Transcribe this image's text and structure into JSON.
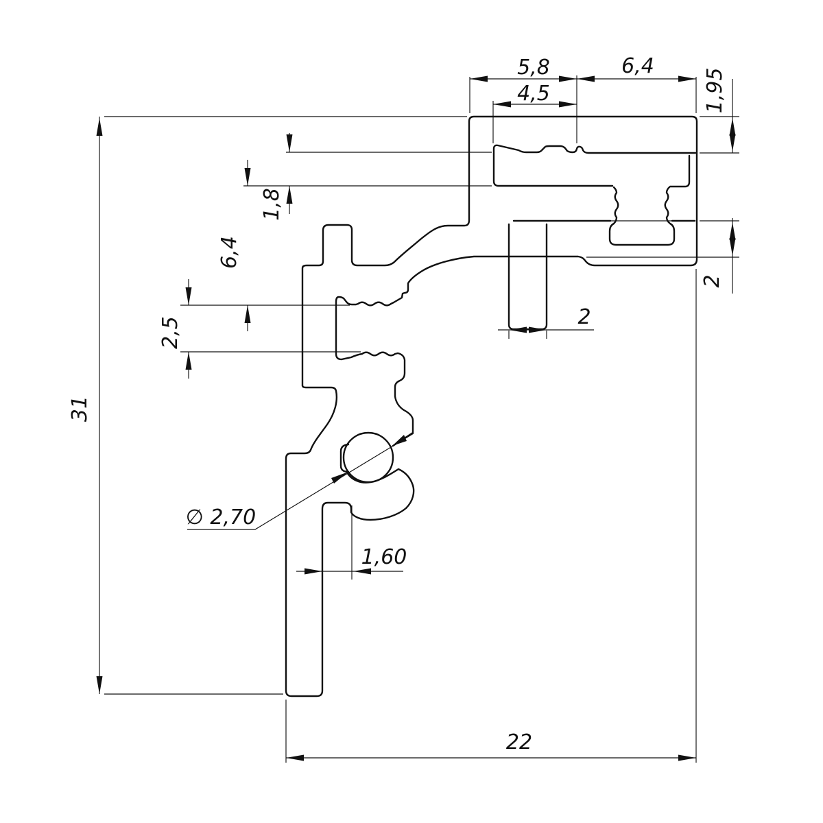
{
  "drawing": {
    "type": "technical-profile-cross-section",
    "background_color": "#ffffff",
    "line_color": "#111111",
    "units_style": "comma-decimal",
    "dimensions": {
      "top_slot_outer_width": "5,8",
      "top_right_width": "6,4",
      "top_slot_inner_width": "4,5",
      "top_bar_thickness": "1,95",
      "step_height": "1,8",
      "left_mid_height": "6,4",
      "serration_gap": "2,5",
      "overall_height": "31",
      "bore_diameter": "∅ 2,70",
      "leg_web_width": "1,60",
      "tab_width": "2",
      "arm_thickness": "2",
      "overall_width": "22"
    }
  }
}
